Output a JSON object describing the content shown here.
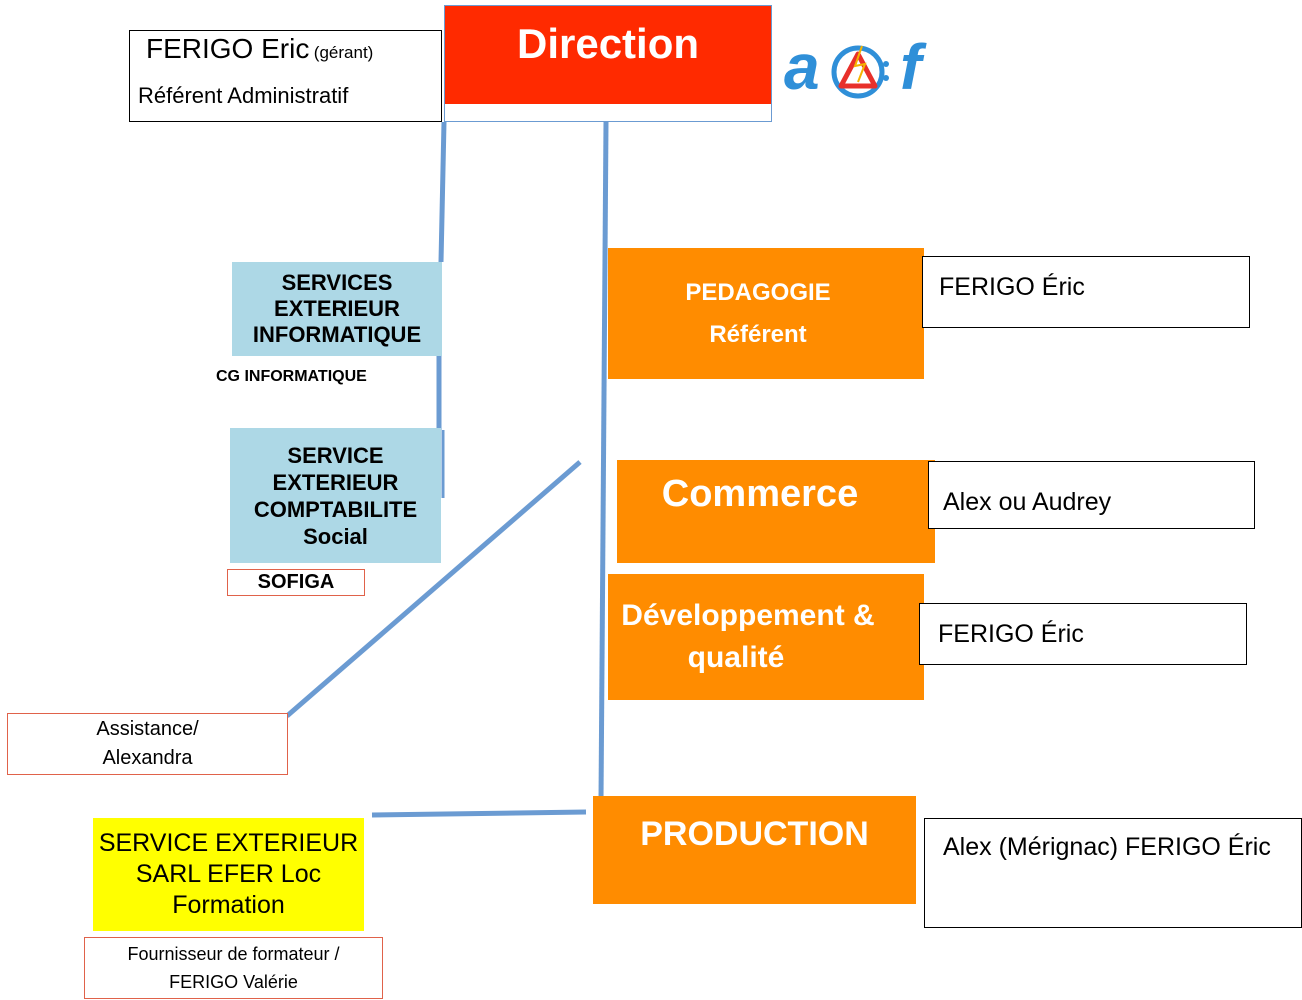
{
  "direction": {
    "title": "Direction",
    "manager_name": "FERIGO Eric",
    "manager_role": "(gérant)",
    "manager_subtitle": "Référent Administratif"
  },
  "logo": {
    "text_a": "a",
    "text_f": "f"
  },
  "it_service": {
    "line1": "SERVICES",
    "line2": "EXTERIEUR",
    "line3": "INFORMATIQUE",
    "provider": "CG INFORMATIQUE"
  },
  "accounting_service": {
    "line1": "SERVICE",
    "line2": "EXTERIEUR",
    "line3": "COMPTABILITE",
    "line4": "Social",
    "provider": "SOFIGA"
  },
  "assistance": {
    "line1": "Assistance/",
    "line2": "Alexandra"
  },
  "training_service": {
    "line1": "SERVICE  EXTERIEUR",
    "line2": "SARL EFER Loc",
    "line3": "Formation"
  },
  "trainer_supplier": {
    "line1": "Fournisseur de formateur /",
    "line2": "FERIGO Valérie"
  },
  "departments": {
    "pedagogie": {
      "line1": "PEDAGOGIE",
      "line2": "Référent",
      "person": "FERIGO Éric"
    },
    "commerce": {
      "label": "Commerce",
      "person": "Alex ou  Audrey"
    },
    "developpement": {
      "line1": "Développement &",
      "line2": "qualité",
      "person": "FERIGO Éric"
    },
    "production": {
      "label": "PRODUCTION",
      "person": "Alex (Mérignac) FERIGO Éric"
    }
  },
  "colors": {
    "direction_red": "#ff2a00",
    "department_orange": "#ff8c00",
    "external_blue": "#add8e6",
    "training_yellow": "#ffff00",
    "connector_blue": "#6b9bd2"
  }
}
